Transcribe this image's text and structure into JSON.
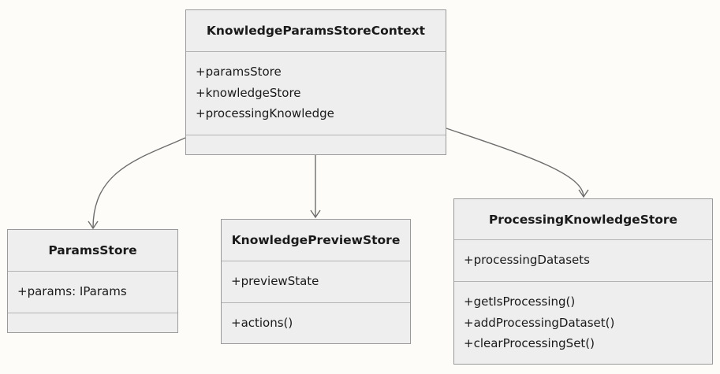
{
  "diagram": {
    "classes": {
      "context": {
        "name": "KnowledgeParamsStoreContext",
        "attributes": [
          "+paramsStore",
          "+knowledgeStore",
          "+processingKnowledge"
        ],
        "methods": []
      },
      "params": {
        "name": "ParamsStore",
        "attributes": [
          "+params: IParams"
        ],
        "methods": []
      },
      "preview": {
        "name": "KnowledgePreviewStore",
        "attributes": [
          "+previewState"
        ],
        "methods": [
          "+actions()"
        ]
      },
      "processing": {
        "name": "ProcessingKnowledgeStore",
        "attributes": [
          "+processingDatasets"
        ],
        "methods": [
          "+getIsProcessing()",
          "+addProcessingDataset()",
          "+clearProcessingSet()"
        ]
      }
    },
    "relations": [
      {
        "from": "KnowledgeParamsStoreContext",
        "to": "ParamsStore"
      },
      {
        "from": "KnowledgeParamsStoreContext",
        "to": "KnowledgePreviewStore"
      },
      {
        "from": "KnowledgeParamsStoreContext",
        "to": "ProcessingKnowledgeStore"
      }
    ],
    "colors": {
      "box_fill": "#eeeeee",
      "box_border": "#9a9a9a",
      "edge": "#6d6d6d",
      "background": "#fdfcf8"
    }
  }
}
